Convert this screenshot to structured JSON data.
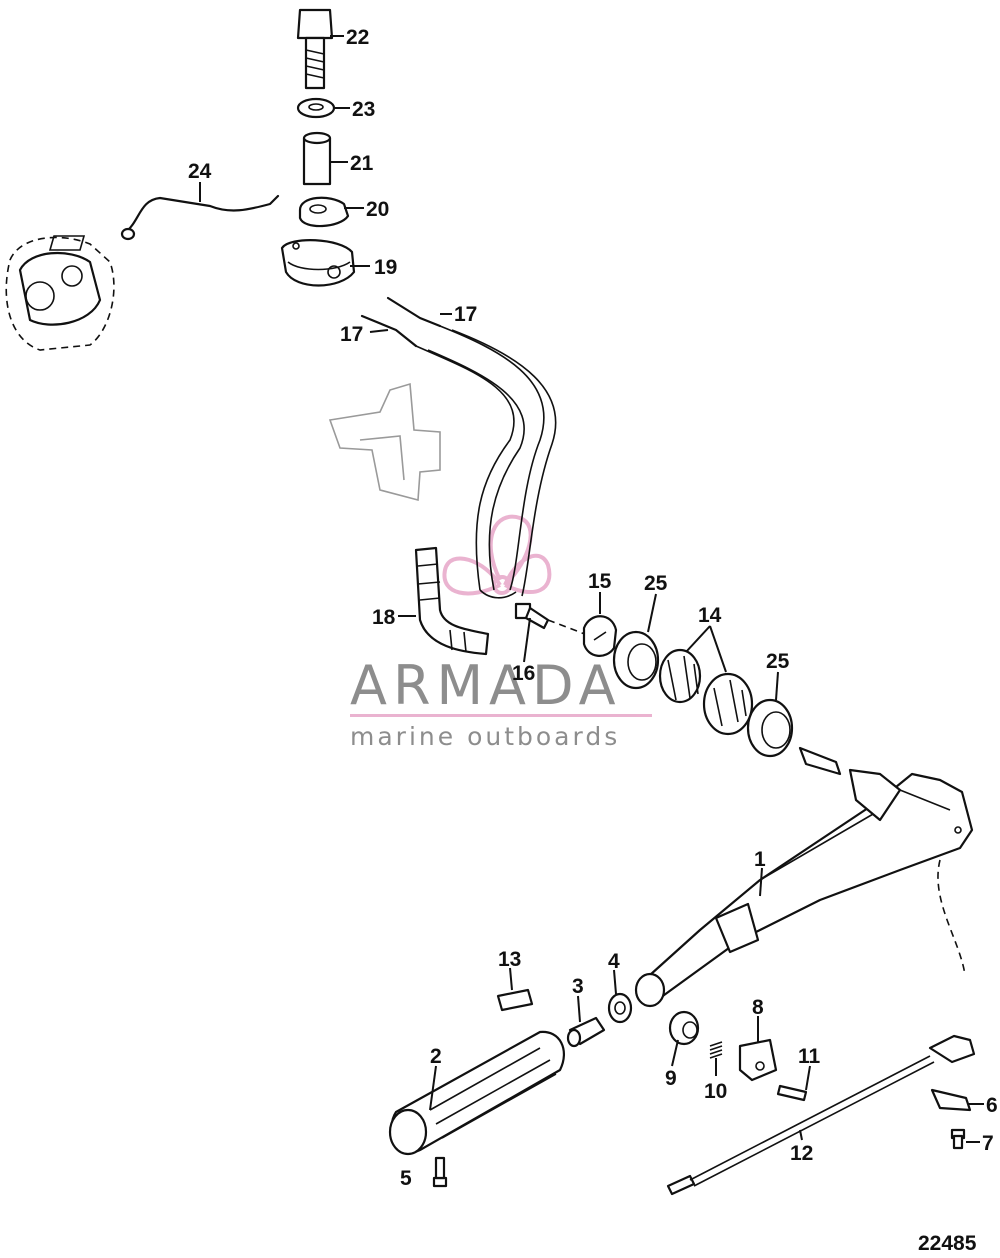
{
  "diagram": {
    "figure_number": "22485",
    "callouts": [
      "1",
      "2",
      "3",
      "4",
      "5",
      "6",
      "7",
      "8",
      "9",
      "10",
      "11",
      "12",
      "13",
      "14",
      "15",
      "16",
      "17",
      "17",
      "18",
      "19",
      "20",
      "21",
      "22",
      "23",
      "24",
      "25",
      "25"
    ]
  },
  "watermark": {
    "brand_name": "ARMADA",
    "tagline": "marine outboards",
    "accent_color": "#e7a6c8",
    "text_color": "#7a7a7a"
  }
}
